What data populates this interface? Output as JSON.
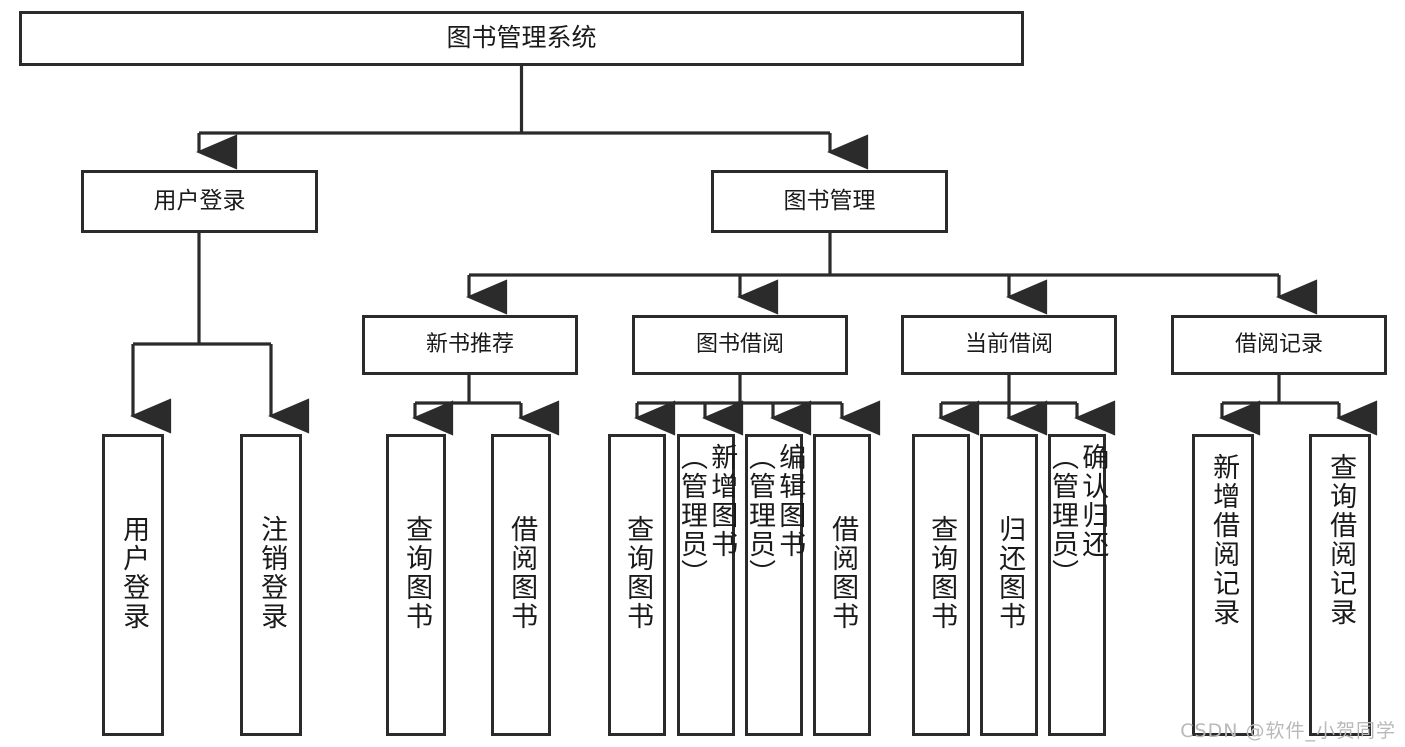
{
  "diagram": {
    "type": "tree",
    "title": "图书管理系统",
    "orientation": "top-down",
    "colors": {
      "stroke": "#2b2b2b",
      "fill": "#ffffff",
      "text": "#1a1a1a",
      "watermark": "#b9b9b9"
    },
    "root": {
      "label": "图书管理系统"
    },
    "level1": [
      {
        "label": "用户登录"
      },
      {
        "label": "图书管理"
      }
    ],
    "level2": [
      {
        "label": "新书推荐"
      },
      {
        "label": "图书借阅"
      },
      {
        "label": "当前借阅"
      },
      {
        "label": "借阅记录"
      }
    ],
    "leaves": {
      "user_login": [
        {
          "label": "用户登录"
        },
        {
          "label": "注销登录"
        }
      ],
      "new_book_recommend": [
        {
          "label": "查询图书"
        },
        {
          "label": "借阅图书"
        }
      ],
      "book_borrow": [
        {
          "label": "查询图书"
        },
        {
          "label": "新增图书\n（管理员）"
        },
        {
          "label": "编辑图书\n（管理员）"
        },
        {
          "label": "借阅图书"
        }
      ],
      "current_borrow": [
        {
          "label": "查询图书"
        },
        {
          "label": "归还图书"
        },
        {
          "label": "确认归还\n（管理员）"
        }
      ],
      "borrow_record": [
        {
          "label": "新增借阅记录"
        },
        {
          "label": "查询借阅记录"
        }
      ]
    }
  },
  "watermark": {
    "text": "CSDN @软件_小贺同学"
  }
}
